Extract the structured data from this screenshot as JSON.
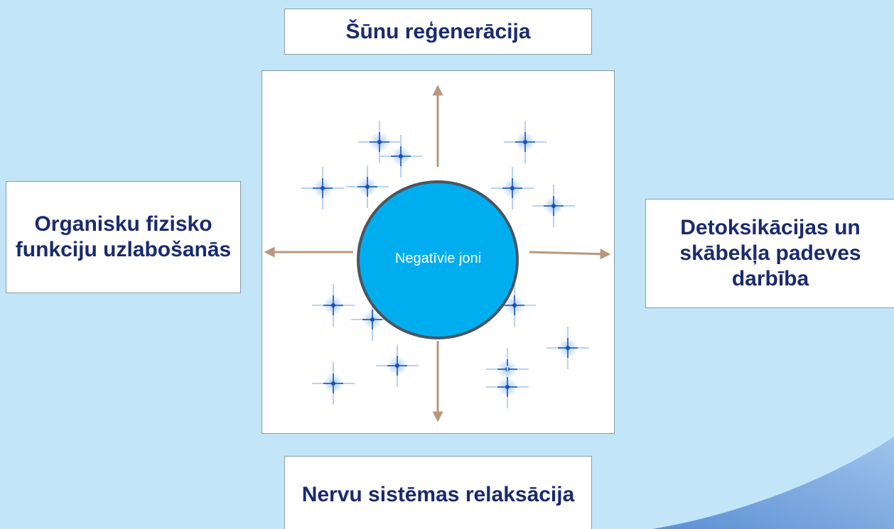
{
  "diagram": {
    "center": {
      "label": "Negatīvie joni"
    },
    "top": {
      "label": "Šūnu reģenerācija"
    },
    "left": {
      "label": "Organisku fizisko funkciju uzlabošanās"
    },
    "right": {
      "label": "Detoksikācijas un skābekļa padeves darbība"
    },
    "bottom": {
      "label": "Nervu sistēmas relaksācija"
    }
  },
  "colors": {
    "background": "#c2e6f8",
    "box_text": "#1a2a6e",
    "circle_fill": "#00aeef",
    "circle_border": "#4a5560",
    "arrow": "#b8977a",
    "sparkle_core": "#1a4fb0",
    "corner_accent": "#7fa9dc"
  }
}
